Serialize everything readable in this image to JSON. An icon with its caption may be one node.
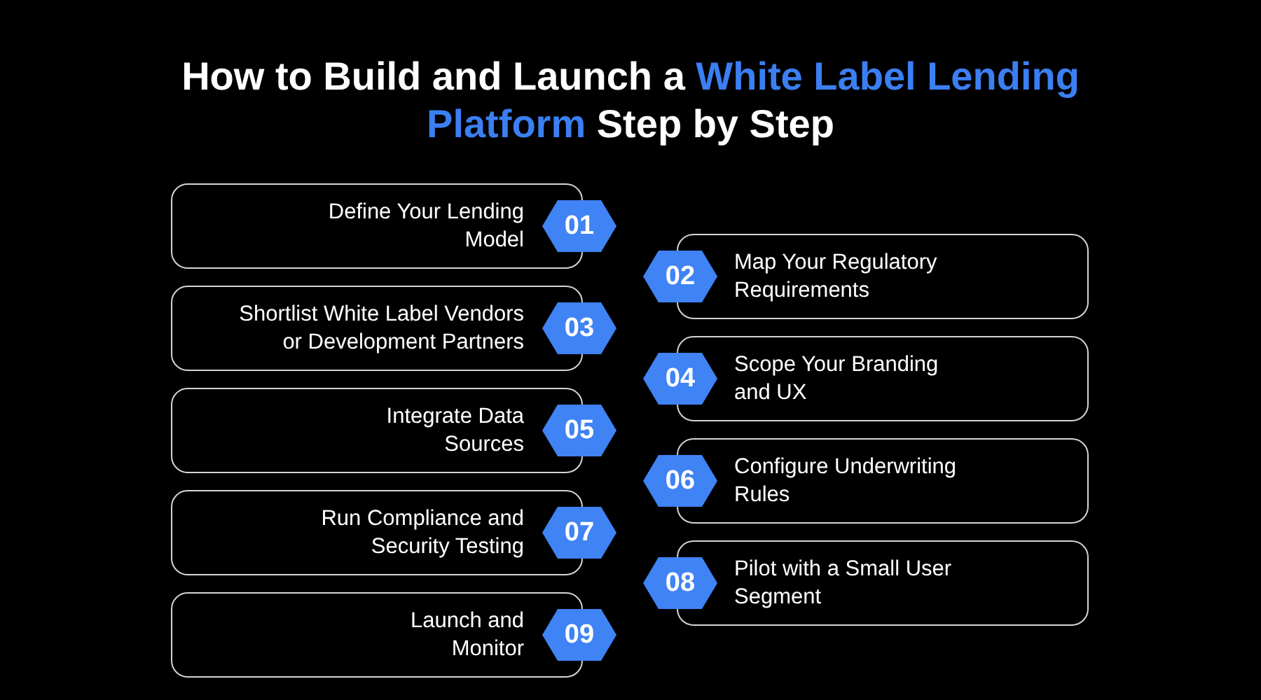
{
  "diagram": {
    "title": "How to Build and Launch a **White Label Lending Platform** Step by Step",
    "nodes": [
      {
        "text": [
          "Define Your Lending Model"
        ]
      },
      {
        "text": [
          "01"
        ]
      },
      {
        "text": [
          "Map Your Regulatory Requirements"
        ]
      },
      {
        "text": [
          "02"
        ]
      },
      {
        "text": [
          "Shortlist White Label Vendors or Development Partners"
        ]
      },
      {
        "text": [
          "03"
        ]
      },
      {
        "text": [
          "Scope Your Branding and UX"
        ]
      },
      {
        "text": [
          "04"
        ]
      },
      {
        "text": [
          "Integrate Data Sources"
        ]
      },
      {
        "text": [
          "05"
        ]
      },
      {
        "text": [
          "Configure Underwriting Rules"
        ]
      },
      {
        "text": [
          "06"
        ]
      },
      {
        "text": [
          "Run Compliance and Security Testing"
        ]
      },
      {
        "text": [
          "07"
        ]
      },
      {
        "text": [
          "Pilot with a Small User Segment"
        ]
      },
      {
        "text": [
          "08"
        ]
      },
      {
        "text": [
          "Launch and Monitor"
        ]
      },
      {
        "text": [
          "09"
        ]
      }
    ]
  }
}
